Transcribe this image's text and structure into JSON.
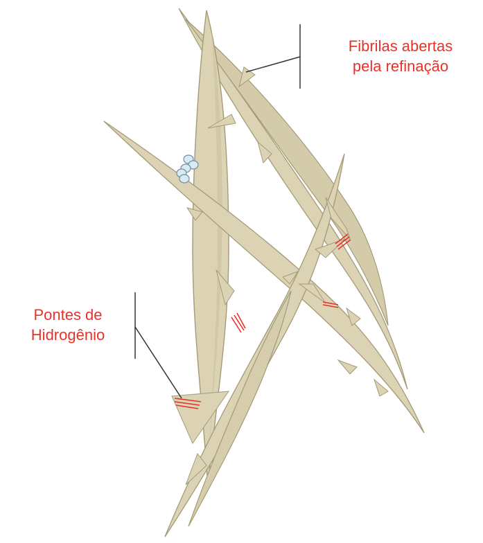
{
  "labels": {
    "fibrils": {
      "line1": "Fibrilas abertas",
      "line2": "pela refinação"
    },
    "hydrogen_bonds": {
      "line1": "Pontes de",
      "line2": "Hidrogênio"
    }
  },
  "colors": {
    "fiber_fill": "#dcd3b4",
    "fiber_stroke": "#a39a77",
    "fiber_shadow": "#c3b993",
    "bond_red": "#e5332a",
    "label_red": "#e5332a",
    "leader_line": "#333333",
    "bead_fill": "#d8eaf3",
    "bead_stroke": "#6e8ea1"
  }
}
